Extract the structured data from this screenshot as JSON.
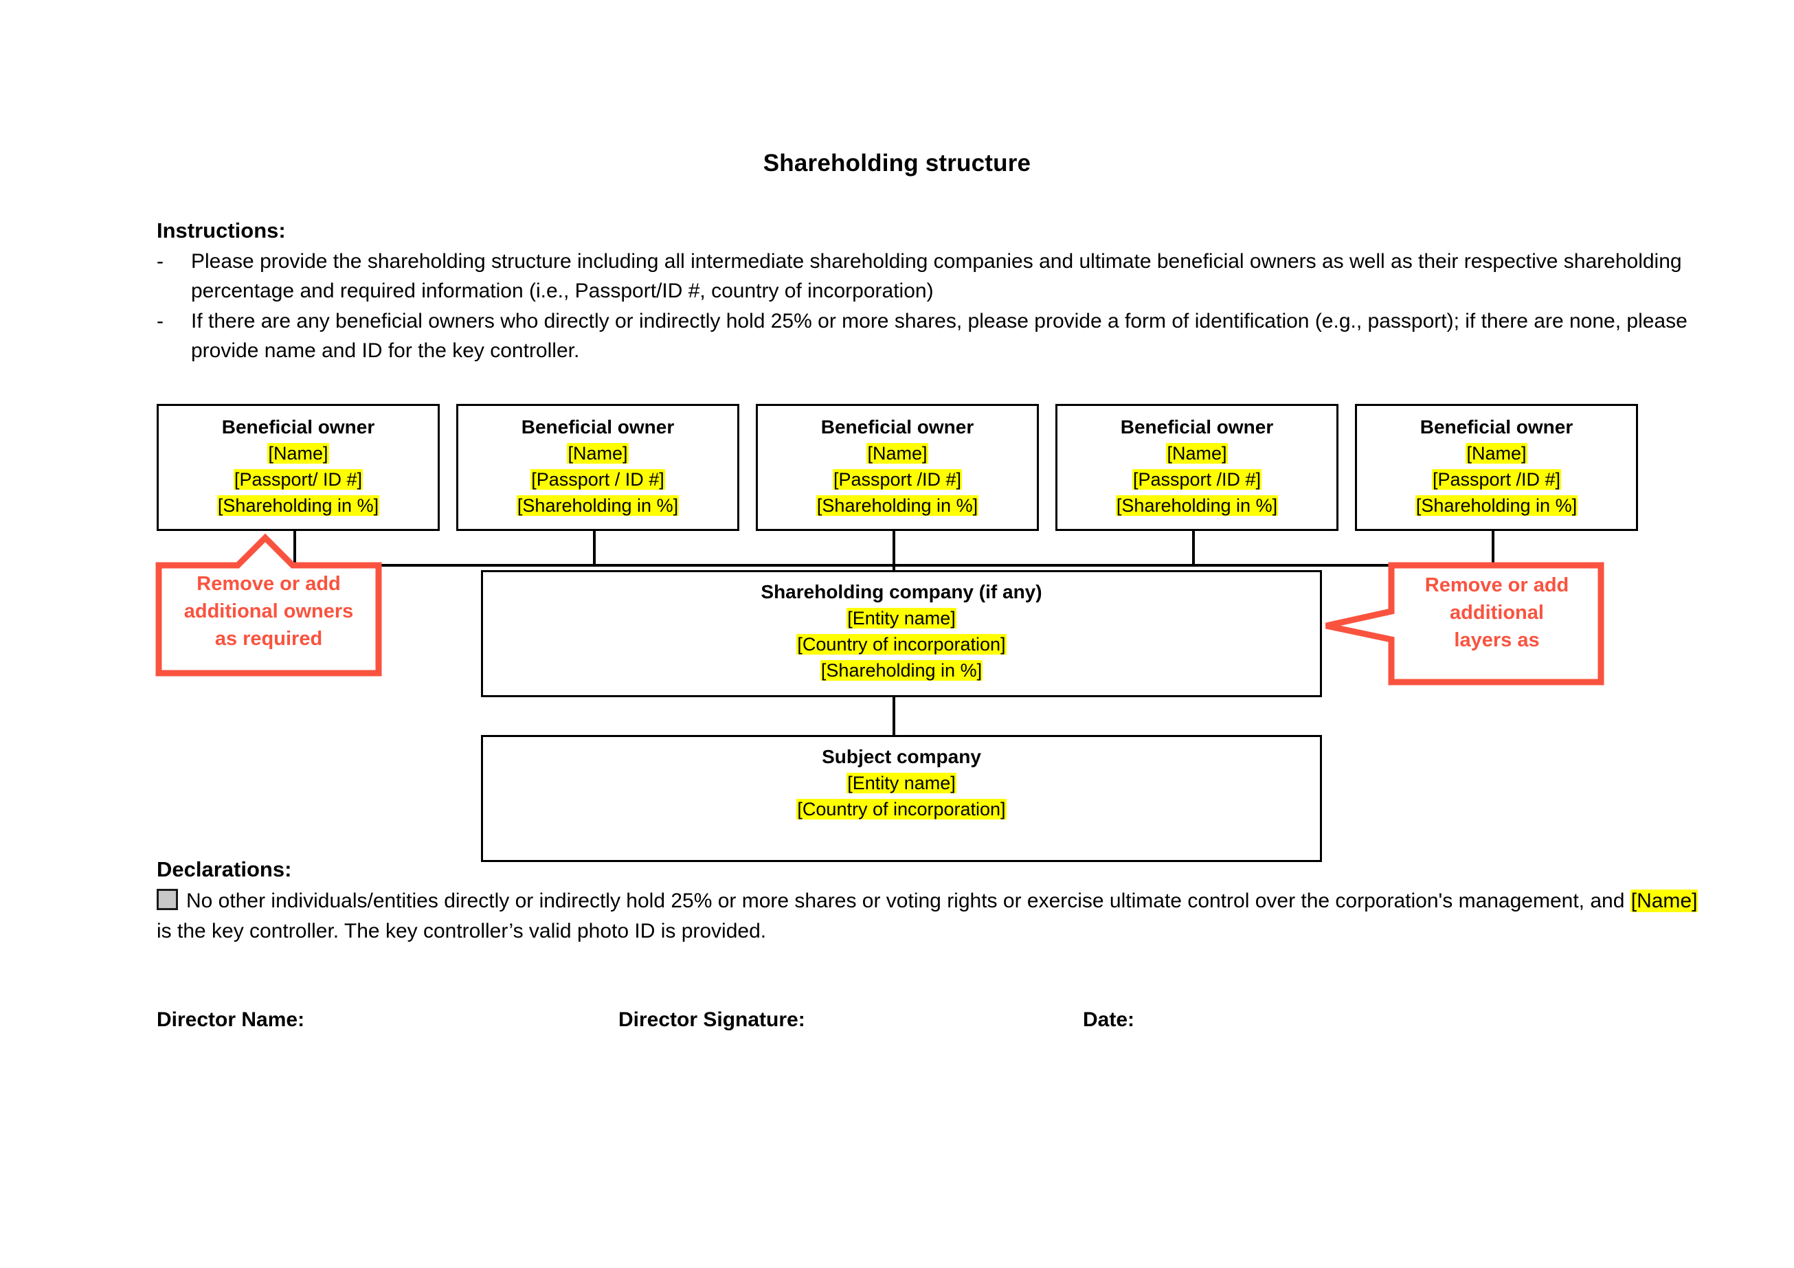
{
  "document": {
    "title": "Shareholding structure"
  },
  "instructions": {
    "heading": "Instructions:",
    "bullet_marker": "-",
    "items": [
      "Please provide the shareholding structure including all intermediate shareholding companies and ultimate beneficial owners as well as their respective shareholding percentage and required information (i.e., Passport/ID #, country of incorporation)",
      "If there are any beneficial owners who directly or indirectly hold 25% or more shares, please provide a form of identification (e.g., passport); if there are none, please provide name and ID for the key controller."
    ]
  },
  "chart": {
    "owners": [
      {
        "title": "Beneficial owner",
        "name": "[Name]",
        "passport": "[Passport/ ID #]",
        "shareholding": "[Shareholding in %]"
      },
      {
        "title": "Beneficial owner",
        "name": "[Name]",
        "passport": "[Passport / ID #]",
        "shareholding": "[Shareholding in %]"
      },
      {
        "title": "Beneficial owner",
        "name": "[Name]",
        "passport": "[Passport /ID #]",
        "shareholding": "[Shareholding in %]"
      },
      {
        "title": "Beneficial owner",
        "name": "[Name]",
        "passport": "[Passport /ID #]",
        "shareholding": "[Shareholding in %]"
      },
      {
        "title": "Beneficial owner",
        "name": "[Name]",
        "passport": "[Passport /ID #]",
        "shareholding": "[Shareholding in %]"
      }
    ],
    "shareholding_company": {
      "title": "Shareholding company (if any)",
      "entity_name": "[Entity name]",
      "country": "[Country of incorporation]",
      "shareholding": "[Shareholding in %]"
    },
    "subject_company": {
      "title": "Subject company",
      "entity_name": "[Entity name]",
      "country": "[Country of incorporation]"
    },
    "callouts": {
      "left": {
        "line1": "Remove or add",
        "line2": "additional owners",
        "line3": "as required"
      },
      "right": {
        "line1": "Remove or add",
        "line2": "additional",
        "line3": "layers as"
      }
    }
  },
  "declarations": {
    "heading": "Declarations:",
    "text_before_name": "No other individuals/entities directly or indirectly hold 25% or more shares or voting rights or exercise ultimate control over the corporation's management, and ",
    "key_controller_name": "[Name]",
    "text_after_name": " is the key controller. The key controller’s valid photo ID is provided."
  },
  "signature": {
    "director_name_label": "Director Name:",
    "director_signature_label": "Director Signature:",
    "date_label": "Date:"
  },
  "colors": {
    "highlight": "#ffff00",
    "callout_red": "#f9533f",
    "border_black": "#000000",
    "checkbox_fill": "#c8c8c8"
  }
}
